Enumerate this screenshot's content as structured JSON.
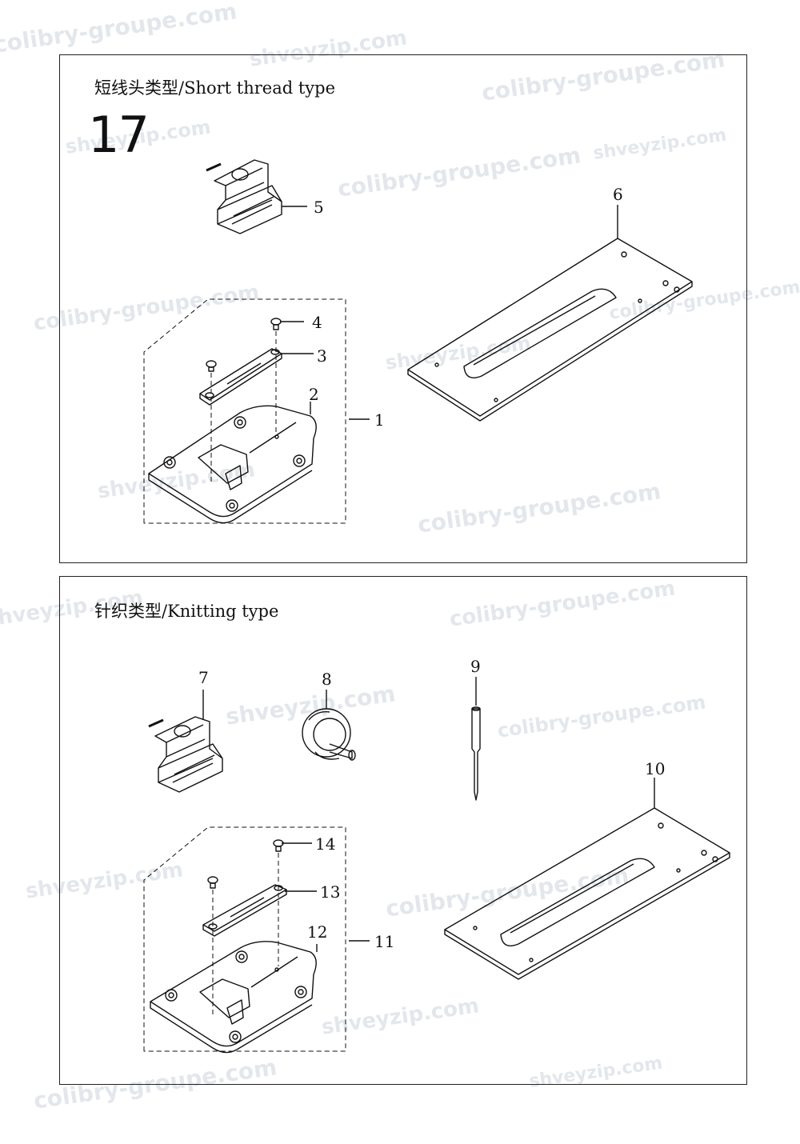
{
  "page_number": "17",
  "watermarks": [
    "colibry-groupe.com",
    "shveyzip.com"
  ],
  "sections": [
    {
      "title": "短线头类型/Short thread type",
      "callouts": [
        "1",
        "2",
        "3",
        "4",
        "5",
        "6"
      ]
    },
    {
      "title": "针织类型/Knitting type",
      "callouts": [
        "7",
        "8",
        "9",
        "10",
        "11",
        "12",
        "13",
        "14"
      ]
    }
  ]
}
